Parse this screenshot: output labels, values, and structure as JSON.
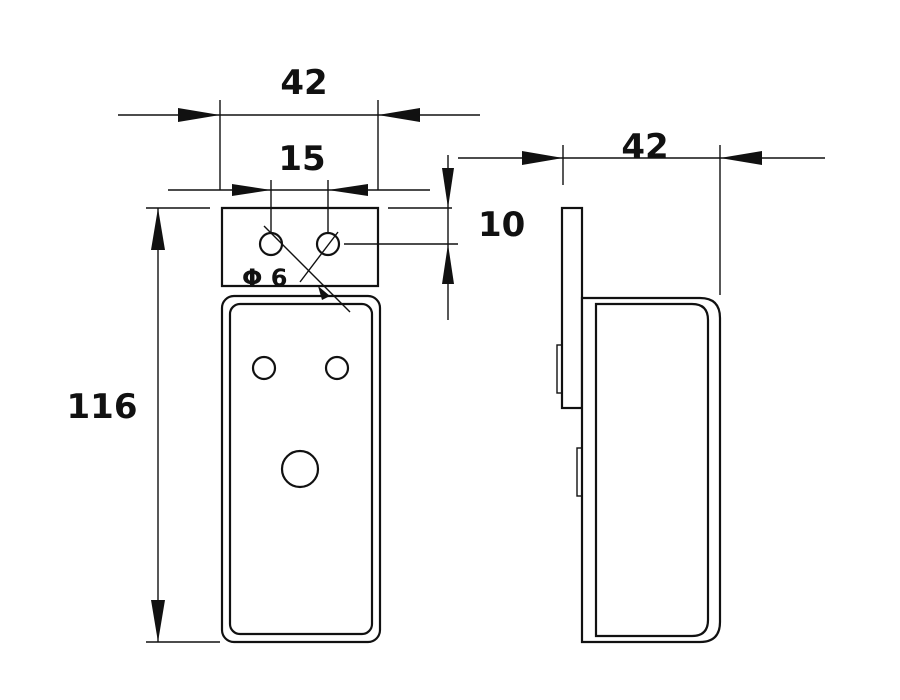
{
  "dimensions": {
    "front_width": "42",
    "hole_spacing": "15",
    "hole_diameter": "Φ 6",
    "hole_offset": "10",
    "height": "116",
    "side_depth": "42"
  },
  "colors": {
    "line": "#111111",
    "background": "#ffffff"
  }
}
